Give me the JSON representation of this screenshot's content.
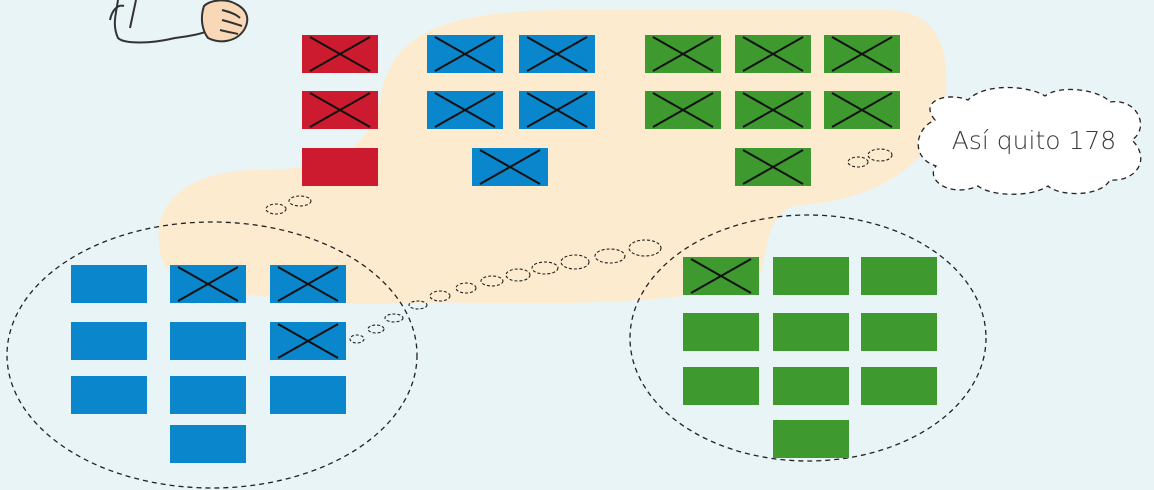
{
  "colors": {
    "background": "#e8f4f6",
    "highlight": "#fdebd0",
    "red": "#cc1a2e",
    "blue": "#0a86cc",
    "green": "#3e9a2e",
    "cross": "#111111",
    "outline": "#222222"
  },
  "thought_bubble": {
    "text": "Así quito 178"
  },
  "counters": {
    "hundreds": {
      "color_key": "red",
      "total": 3,
      "crossed": 2
    },
    "tens_top": {
      "color_key": "blue",
      "total": 5,
      "crossed": 5
    },
    "units_top": {
      "color_key": "green",
      "total": 7,
      "crossed": 7
    },
    "tens_left": {
      "color_key": "blue",
      "total": 10,
      "crossed": 3
    },
    "units_right": {
      "color_key": "green",
      "total": 10,
      "crossed": 1
    }
  },
  "icons": {
    "hand": "hand-icon"
  }
}
